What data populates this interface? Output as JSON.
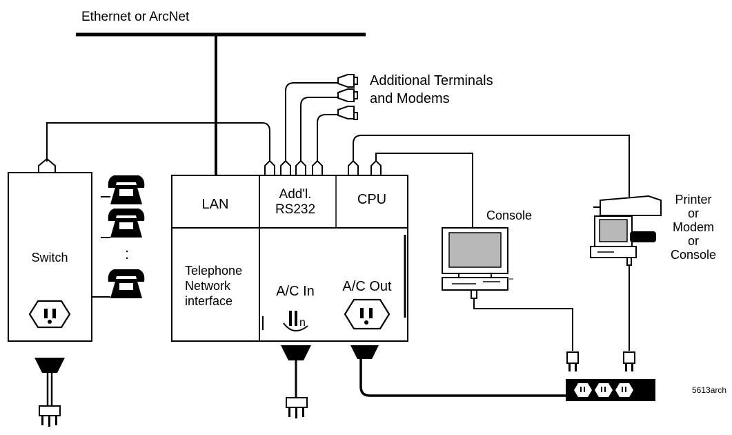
{
  "network_label": "Ethernet or ArcNet",
  "terminals_label": [
    "Additional Terminals",
    "and Modems"
  ],
  "switch_label": "Switch",
  "phone_dots": ":",
  "unit_cells": {
    "lan": "LAN",
    "rs232": [
      "Add'l.",
      "RS232"
    ],
    "cpu": "CPU",
    "telephone": [
      "Telephone",
      "Network",
      "interface"
    ],
    "ac_in": "A/C In",
    "ac_out": "A/C Out",
    "ac_in_sub": "n"
  },
  "console_label": "Console",
  "printer_label": [
    "Printer",
    "or",
    "Modem",
    "or",
    "Console"
  ],
  "figure_id": "5613arch",
  "colors": {
    "ink": "#000000",
    "screen": "#b8b8b8",
    "paper": "#ffffff"
  }
}
